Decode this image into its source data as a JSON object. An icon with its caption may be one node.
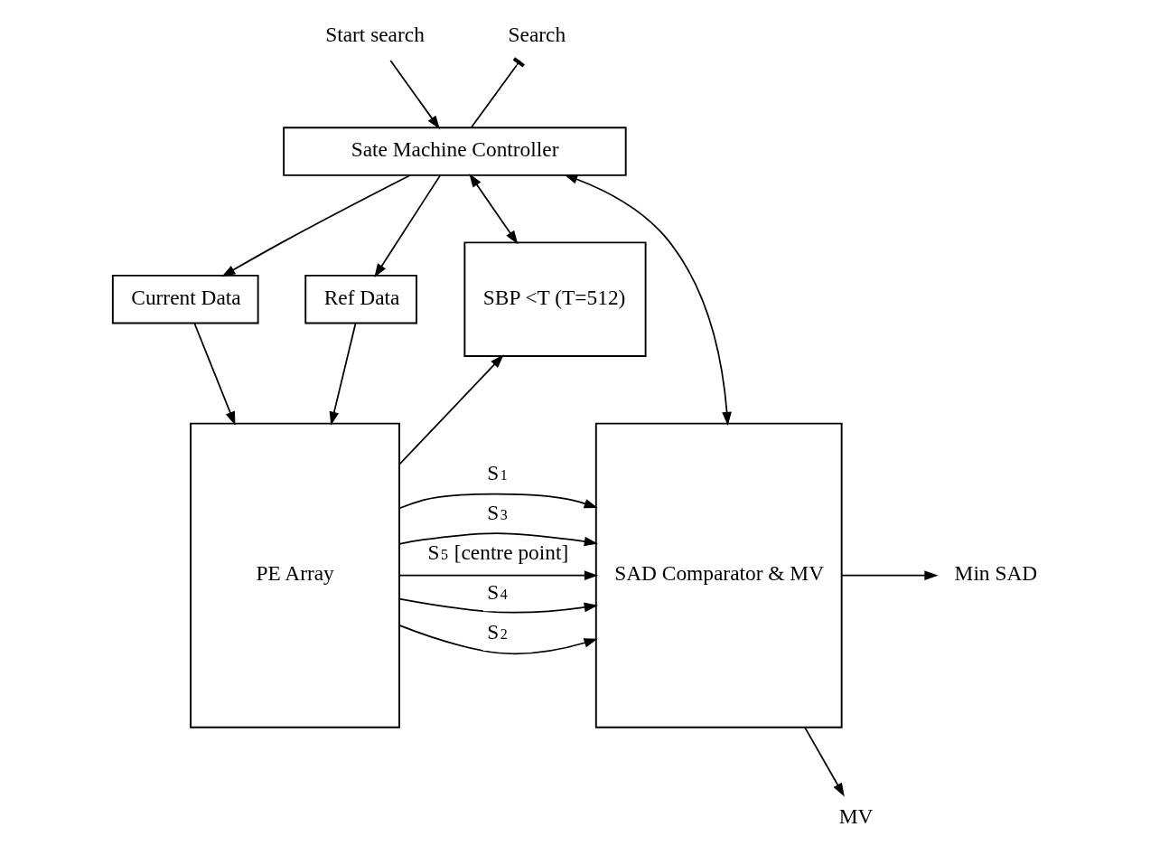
{
  "diagram": {
    "nodes": [
      {
        "text": [
          "Start search"
        ]
      },
      {
        "text": [
          "Search"
        ]
      },
      {
        "text": [
          "Sate Machine Controller"
        ]
      },
      {
        "text": [
          "Current Data"
        ]
      },
      {
        "text": [
          "Ref Data"
        ]
      },
      {
        "text": [
          "SBP <T (T=512)"
        ]
      },
      {
        "text": [
          "PE Array"
        ]
      },
      {
        "text": [
          "SAD Comparator & MV"
        ]
      },
      {
        "text": [
          "Min SAD"
        ]
      },
      {
        "text": [
          "MV"
        ]
      }
    ],
    "edges": [
      {
        "from": 0,
        "to": 2,
        "arrow": "to"
      },
      {
        "from": 2,
        "to": 1,
        "arrow": "other"
      },
      {
        "from": 2,
        "to": 3,
        "arrow": "to"
      },
      {
        "from": 2,
        "to": 4,
        "arrow": "to"
      },
      {
        "from": 2,
        "to": 5,
        "arrow": "both"
      },
      {
        "from": 2,
        "to": 7,
        "arrow": "both"
      },
      {
        "from": 3,
        "to": 6,
        "arrow": "to"
      },
      {
        "from": 4,
        "to": 6,
        "arrow": "to"
      },
      {
        "from": 6,
        "to": 5,
        "arrow": "to"
      },
      {
        "from": 6,
        "to": 7,
        "arrow": "to",
        "label": "S$_{5}$ [centre point]"
      },
      {
        "from": 6,
        "to": 7,
        "arrow": "to",
        "label": "S$_{4}$"
      },
      {
        "from": 6,
        "to": 7,
        "arrow": "to",
        "label": "S$_{3}$"
      },
      {
        "from": 6,
        "to": 7,
        "arrow": "to",
        "label": "S$_{2}$"
      },
      {
        "from": 6,
        "to": 7,
        "arrow": "to",
        "label": "S$_{1}$"
      },
      {
        "from": 7,
        "to": 8,
        "arrow": "to"
      },
      {
        "from": 7,
        "to": 9,
        "arrow": "to"
      }
    ]
  }
}
